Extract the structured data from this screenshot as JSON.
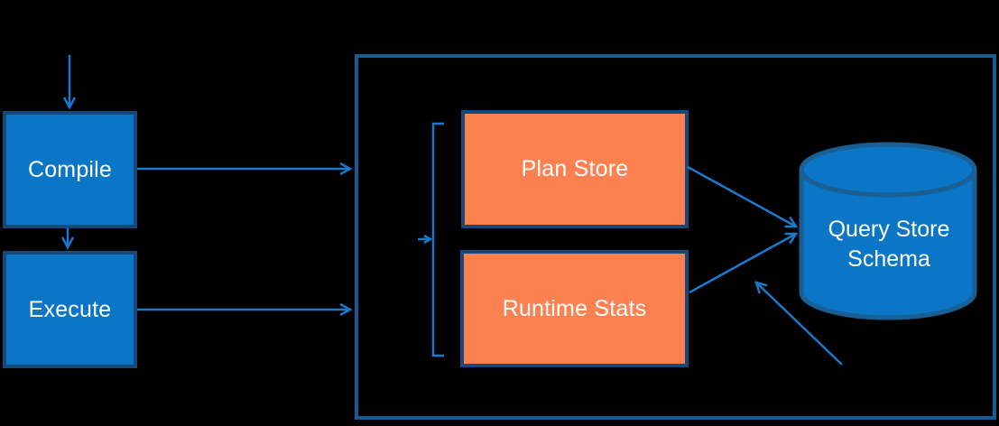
{
  "colors": {
    "background": "#000000",
    "blue_fill": "#0b75c6",
    "node_border": "#164979",
    "container_border": "#175a93",
    "orange_fill": "#fb8150",
    "arrow": "#1b79cc",
    "text": "#ffffff",
    "cylinder_stroke": "#1a5f93"
  },
  "nodes": {
    "compile": {
      "label": "Compile"
    },
    "execute": {
      "label": "Execute"
    },
    "plan_store": {
      "label": "Plan Store"
    },
    "runtime_stats": {
      "label": "Runtime Stats"
    },
    "query_store_schema": {
      "label": "Query Store Schema"
    }
  }
}
